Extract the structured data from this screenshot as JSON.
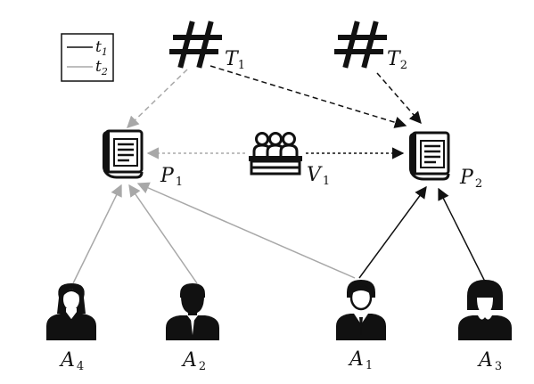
{
  "legend": {
    "items": [
      {
        "label": "t",
        "sub": "1",
        "color": "#111111"
      },
      {
        "label": "t",
        "sub": "2",
        "color": "#a8a8a8"
      }
    ]
  },
  "nodes": {
    "T1": {
      "label": "T",
      "sub": "1",
      "icon": "hashtag-icon"
    },
    "T2": {
      "label": "T",
      "sub": "2",
      "icon": "hashtag-icon"
    },
    "P1": {
      "label": "P",
      "sub": "1",
      "icon": "document-icon"
    },
    "P2": {
      "label": "P",
      "sub": "2",
      "icon": "document-icon"
    },
    "V1": {
      "label": "V",
      "sub": "1",
      "icon": "audience-icon"
    },
    "A4": {
      "label": "A",
      "sub": "4",
      "icon": "woman-icon"
    },
    "A2": {
      "label": "A",
      "sub": "2",
      "icon": "man-icon"
    },
    "A1": {
      "label": "A",
      "sub": "1",
      "icon": "man-suit-icon"
    },
    "A3": {
      "label": "A",
      "sub": "3",
      "icon": "woman-short-hair-icon"
    }
  },
  "edges": [
    {
      "from": "T1",
      "to": "P1",
      "time": "t2",
      "style": "dashed"
    },
    {
      "from": "T1",
      "to": "P2",
      "time": "t1",
      "style": "dashed"
    },
    {
      "from": "T2",
      "to": "P2",
      "time": "t1",
      "style": "dashed"
    },
    {
      "from": "V1",
      "to": "P1",
      "time": "t2",
      "style": "dotted"
    },
    {
      "from": "V1",
      "to": "P2",
      "time": "t1",
      "style": "dotted"
    },
    {
      "from": "A4",
      "to": "P1",
      "time": "t2",
      "style": "solid"
    },
    {
      "from": "A2",
      "to": "P1",
      "time": "t2",
      "style": "solid"
    },
    {
      "from": "A1",
      "to": "P1",
      "time": "t2",
      "style": "solid"
    },
    {
      "from": "A1",
      "to": "P2",
      "time": "t1",
      "style": "solid"
    },
    {
      "from": "A3",
      "to": "P2",
      "time": "t1",
      "style": "solid"
    }
  ],
  "colors": {
    "t1": "#111111",
    "t2": "#a8a8a8"
  }
}
